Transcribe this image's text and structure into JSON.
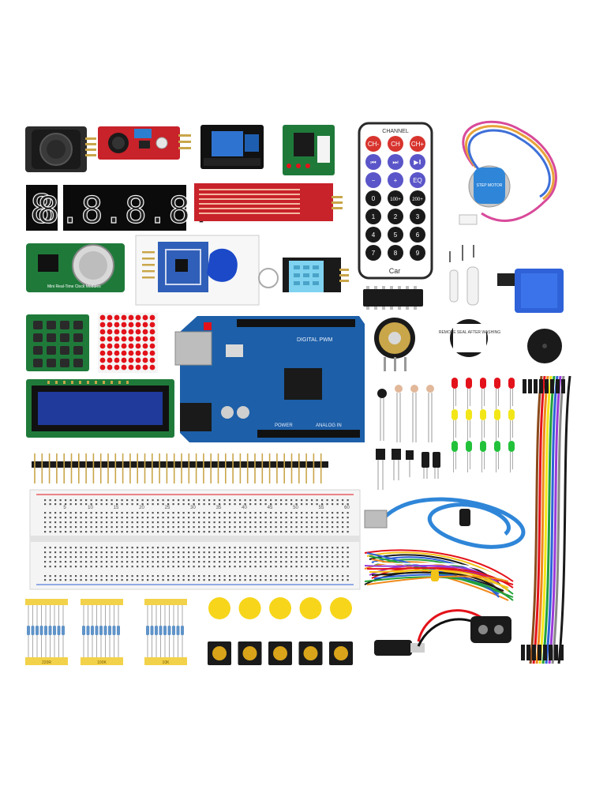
{
  "colors": {
    "pcb_red": "#c8222a",
    "pcb_green": "#1f7a3a",
    "pcb_blue": "#1d5fa8",
    "lcd_blue": "#203a9c",
    "led_red": "#e3121a",
    "led_yellow": "#f2e618",
    "led_green": "#22c13a",
    "button_yellow": "#f7d51a",
    "usb_blue": "#2f86d8",
    "sensor_blue": "#7fd3f0",
    "breadboard": "#f4f4f4"
  },
  "labels": {
    "remote_title": "CHANNEL",
    "remote_keys": [
      "CH-",
      "CH",
      "CH+",
      "⏮",
      "⏭",
      "▶‖",
      "−",
      "+",
      "EQ",
      "0",
      "100+",
      "200+",
      "1",
      "2",
      "3",
      "4",
      "5",
      "6",
      "7",
      "8",
      "9"
    ],
    "remote_brand": "Car",
    "stepper_text": "STEP MOTOR",
    "arduino_text": "DIGITAL PWM",
    "arduino_power": "POWER",
    "arduino_analog": "ANALOG IN",
    "rtc_text": "Mini Real-Time Clock Modules",
    "buzzer_text": "REMOVE SEAL AFTER WASHING",
    "resistor_tags": [
      "220R",
      "100K",
      "10K"
    ],
    "breadboard_numbers": [
      "5",
      "10",
      "15",
      "20",
      "25",
      "30",
      "35",
      "40",
      "45",
      "50",
      "55",
      "60"
    ],
    "segment_single": "8",
    "segment_quad": "8.8.8.8."
  }
}
